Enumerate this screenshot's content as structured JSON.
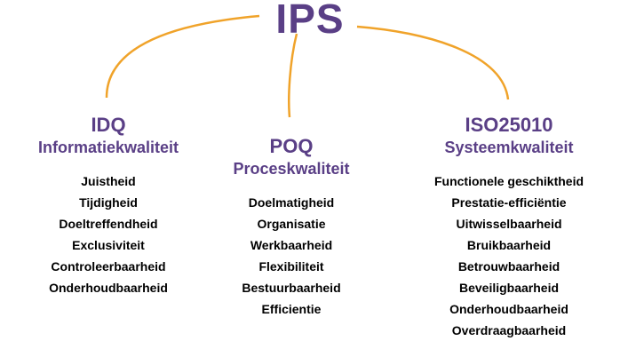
{
  "root": {
    "label": "IPS"
  },
  "colors": {
    "title": "#5a3f86",
    "connector": "#f0a32a",
    "items": "#000000"
  },
  "branches": [
    {
      "abbr": "IDQ",
      "name": "Informatiekwaliteit",
      "items": [
        "Juistheid",
        "Tijdigheid",
        "Doeltreffendheid",
        "Exclusiviteit",
        "Controleerbaarheid",
        "Onderhoudbaarheid"
      ]
    },
    {
      "abbr": "POQ",
      "name": "Proceskwaliteit",
      "items": [
        "Doelmatigheid",
        "Organisatie",
        "Werkbaarheid",
        "Flexibiliteit",
        "Bestuurbaarheid",
        "Efficientie"
      ]
    },
    {
      "abbr": "ISO25010",
      "name": "Systeemkwaliteit",
      "items": [
        "Functionele geschiktheid",
        "Prestatie-efficiëntie",
        "Uitwisselbaarheid",
        "Bruikbaarheid",
        "Betrouwbaarheid",
        "Beveiligbaarheid",
        "Onderhoudbaarheid",
        "Overdraagbaarheid"
      ]
    }
  ]
}
